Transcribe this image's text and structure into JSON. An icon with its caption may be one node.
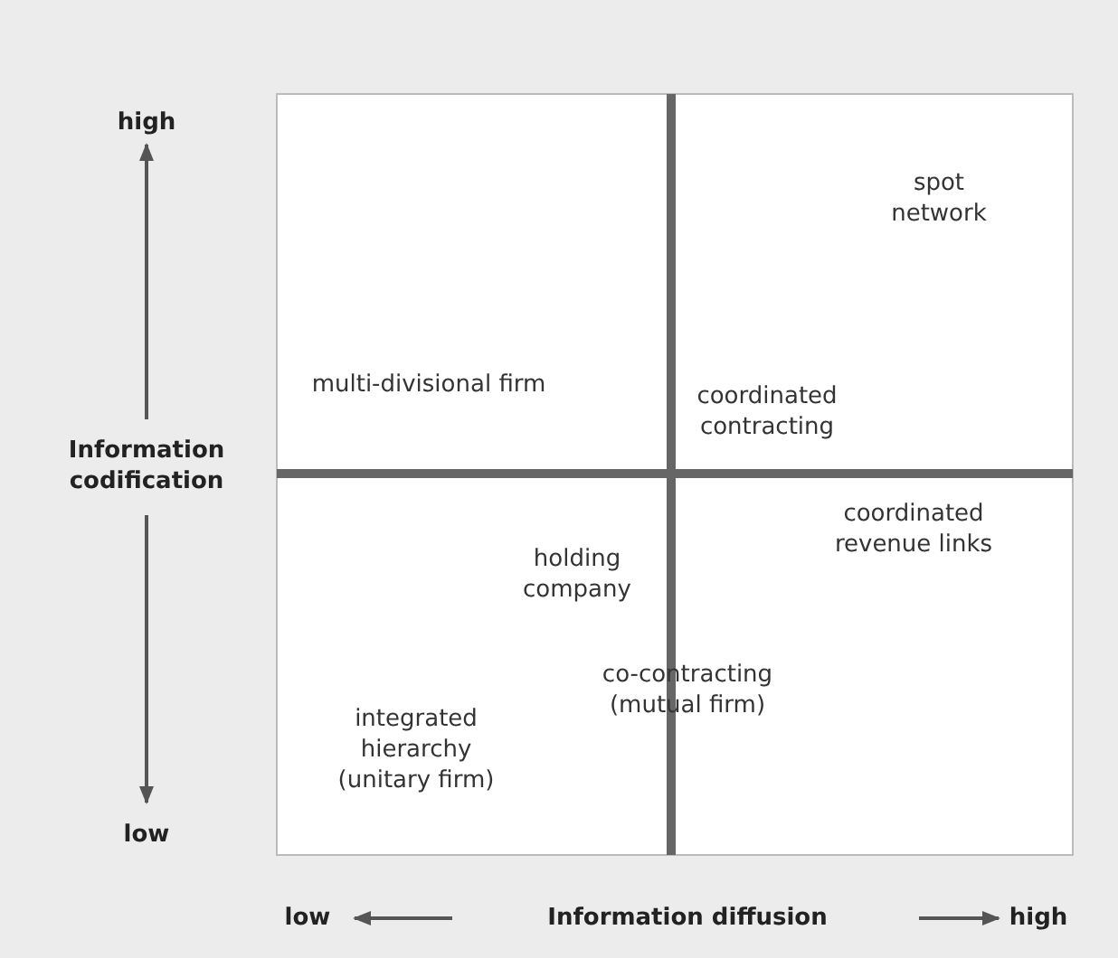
{
  "diagram": {
    "labels": [
      "high",
      "spot network",
      "multi-divisional firm",
      "coordinated contracting",
      "Information codification",
      "coordinated revenue links",
      "holding company",
      "co-contracting (mutual firm)",
      "integrated hierarchy (unitary firm)",
      "low",
      "low",
      "Information diffusion",
      "high"
    ]
  }
}
